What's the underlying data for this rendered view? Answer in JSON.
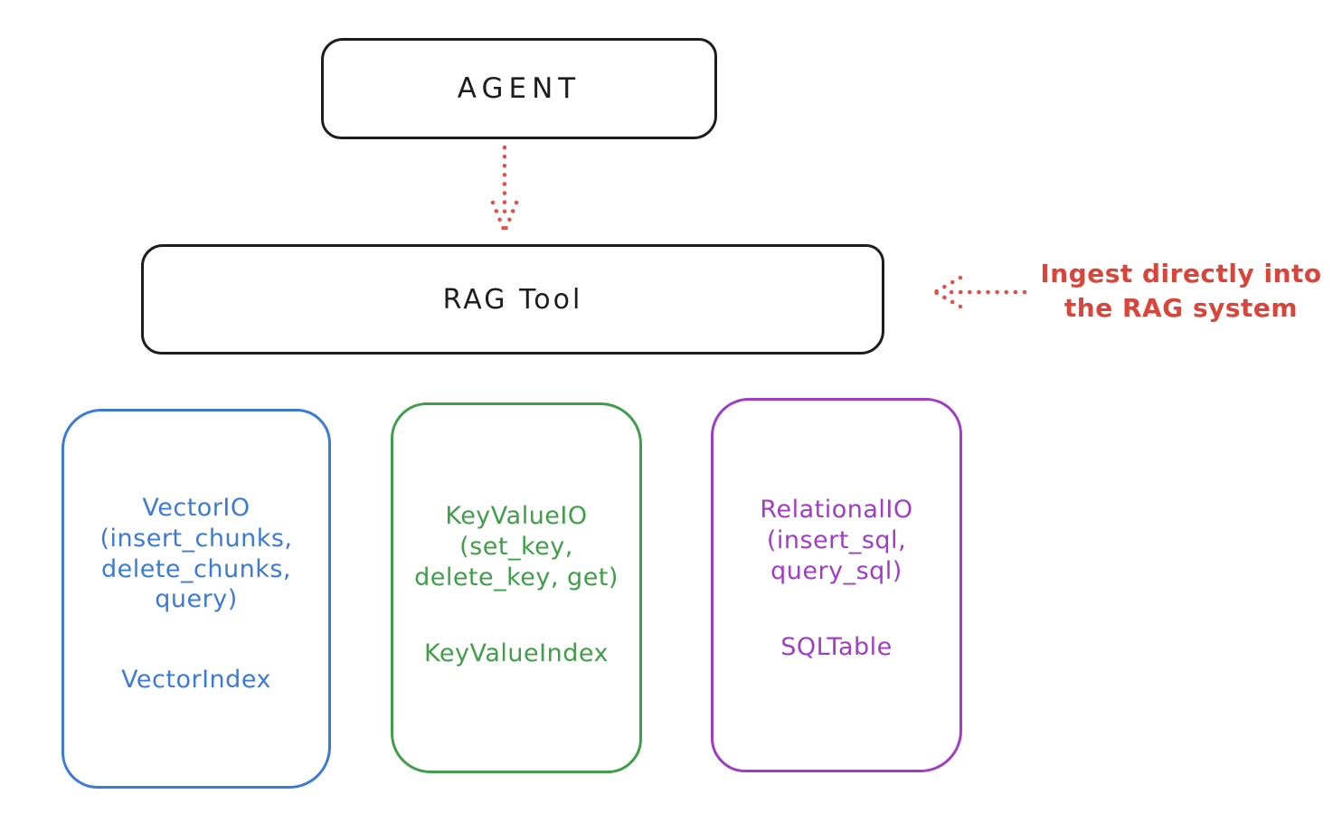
{
  "diagram": {
    "agent": {
      "label": "AGENT"
    },
    "rag_tool": {
      "label": "RAG Tool"
    },
    "annotation": {
      "text": "Ingest directly into\nthe RAG system"
    },
    "stores": [
      {
        "name": "vector-io",
        "title": "VectorIO\n(insert_chunks,\ndelete_chunks,\nquery)",
        "index": "VectorIndex",
        "color": "#3b7bd4"
      },
      {
        "name": "keyvalue-io",
        "title": "KeyValueIO\n(set_key,\ndelete_key, get)",
        "index": "KeyValueIndex",
        "color": "#3f9e47"
      },
      {
        "name": "relational-io",
        "title": "RelationalIO\n(insert_sql,\nquery_sql)",
        "index": "SQLTable",
        "color": "#a13cc4"
      }
    ],
    "colors": {
      "outline": "#1d1d1d",
      "accent_red": "#d9453a"
    }
  }
}
